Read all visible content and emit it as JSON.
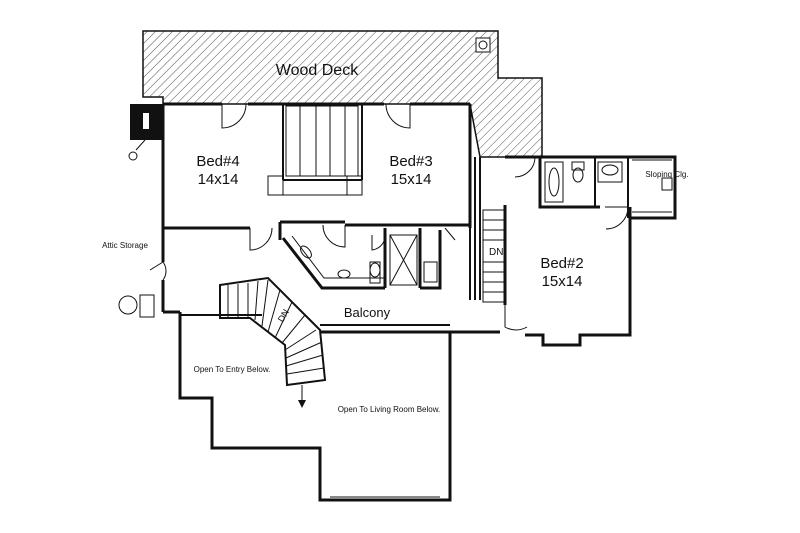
{
  "rooms": {
    "deck": {
      "name": "Wood Deck"
    },
    "bed4": {
      "name": "Bed#4",
      "size": "14x14"
    },
    "bed3": {
      "name": "Bed#3",
      "size": "15x14"
    },
    "bed2": {
      "name": "Bed#2",
      "size": "15x14"
    },
    "balcony": {
      "name": "Balcony"
    },
    "attic": {
      "name": "Attic Storage"
    },
    "sloping": {
      "name": "Sloping Clg."
    },
    "open_entry": {
      "name": "Open To Entry Below."
    },
    "open_living": {
      "name": "Open To Living Room Below."
    }
  },
  "stairs": {
    "down": {
      "label": "DN"
    },
    "main_down": {
      "label": "DN"
    }
  },
  "colors": {
    "ink": "#111111",
    "paper": "#ffffff",
    "deck_hatch": "#555555"
  }
}
